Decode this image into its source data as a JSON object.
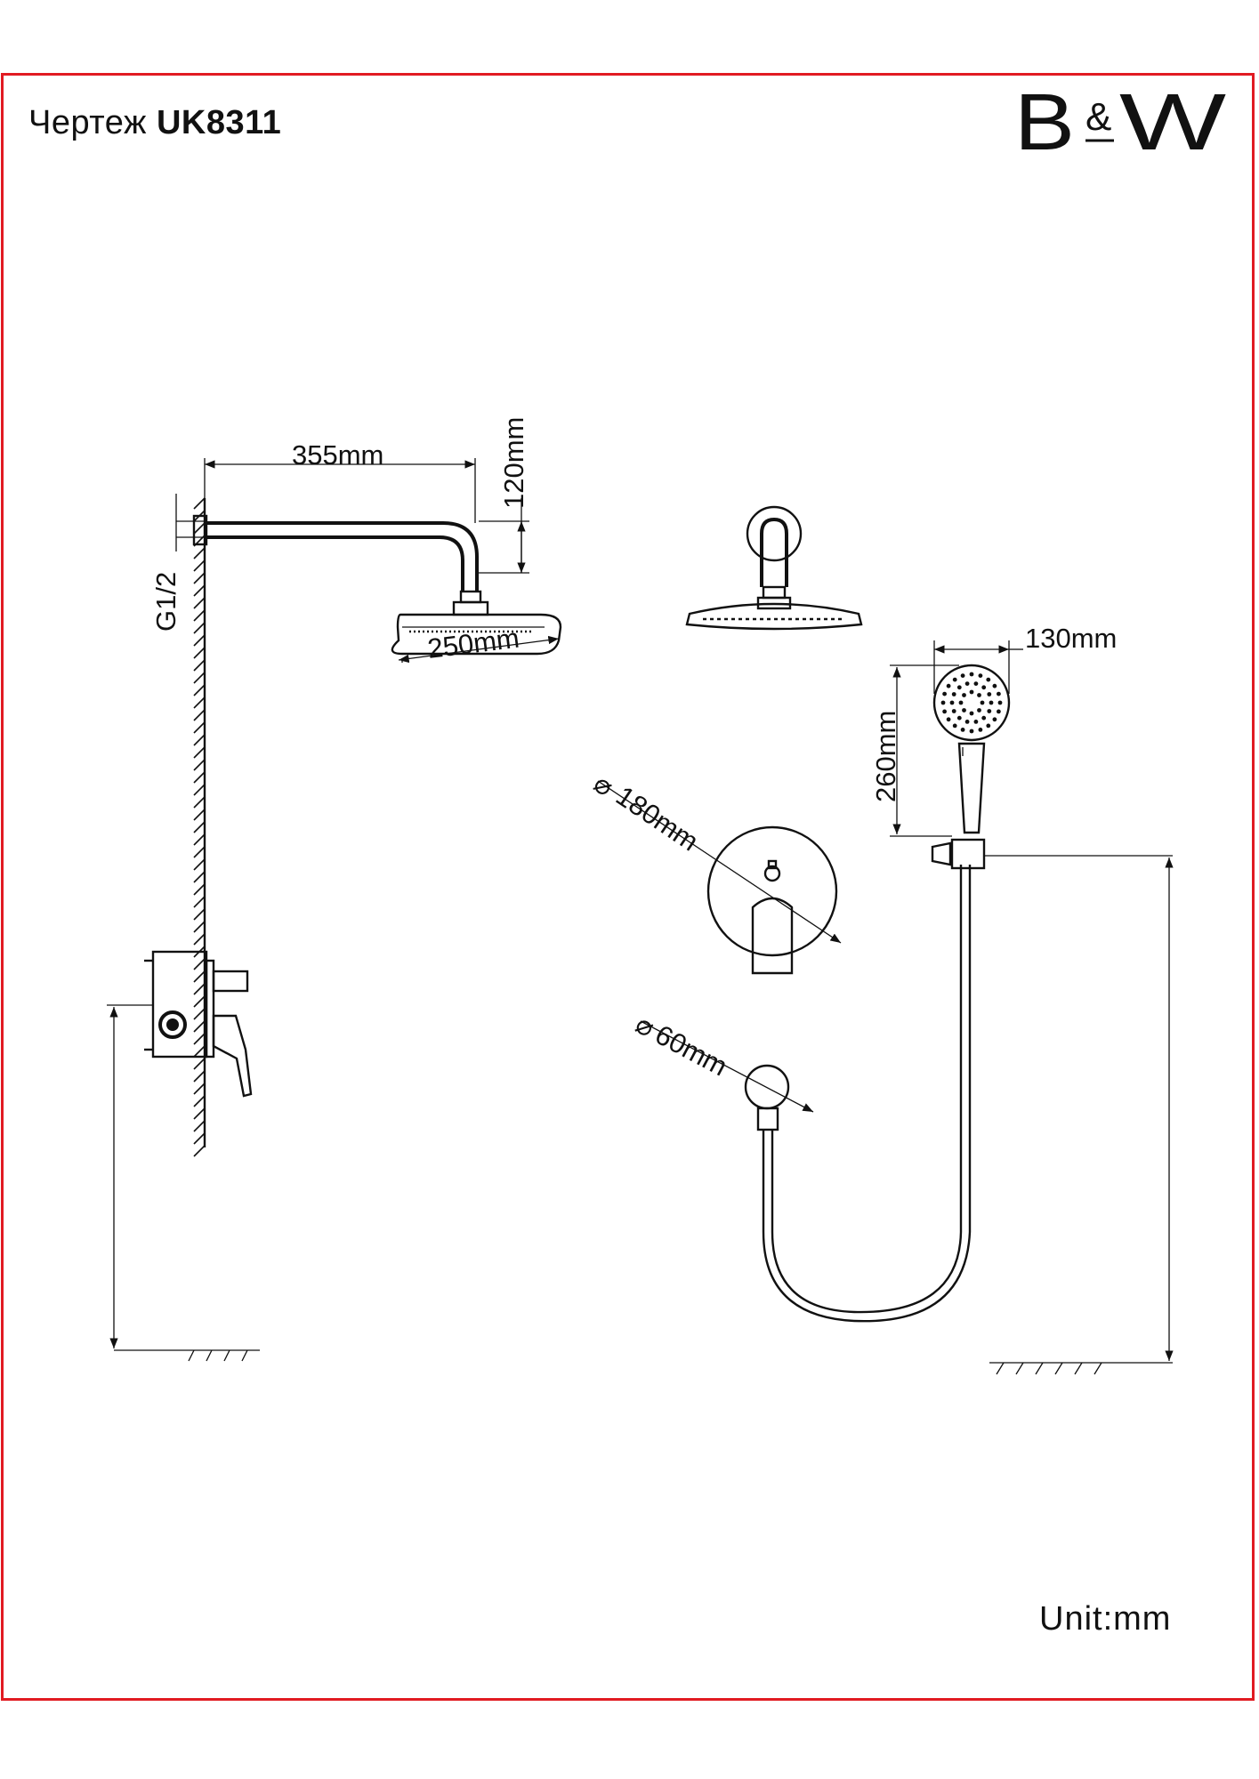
{
  "header": {
    "title_prefix": "Чертеж",
    "model": "UK8311"
  },
  "logo": {
    "left": "B",
    "amp": "&",
    "right": "W"
  },
  "dimensions": {
    "arm_length": "355mm",
    "arm_drop": "120mm",
    "thread": "G1/2",
    "head_diameter": "250mm",
    "hand_shower_width": "130mm",
    "hand_shower_length": "260mm",
    "plate_diameter": "180mm",
    "outlet_diameter": "60mm",
    "diameter_symbol": "⌀"
  },
  "footer": {
    "unit": "Unit:mm"
  },
  "colors": {
    "frame": "#e11b22",
    "lines": "#111111"
  }
}
